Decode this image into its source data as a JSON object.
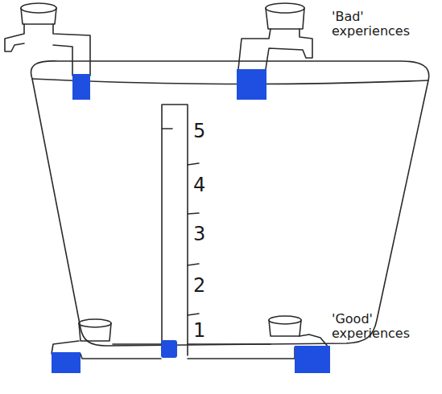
{
  "diagram": {
    "labels": [
      "'Bad' experiences",
      "5",
      "4",
      "3",
      "2",
      "1",
      "'Good' experiences"
    ]
  }
}
